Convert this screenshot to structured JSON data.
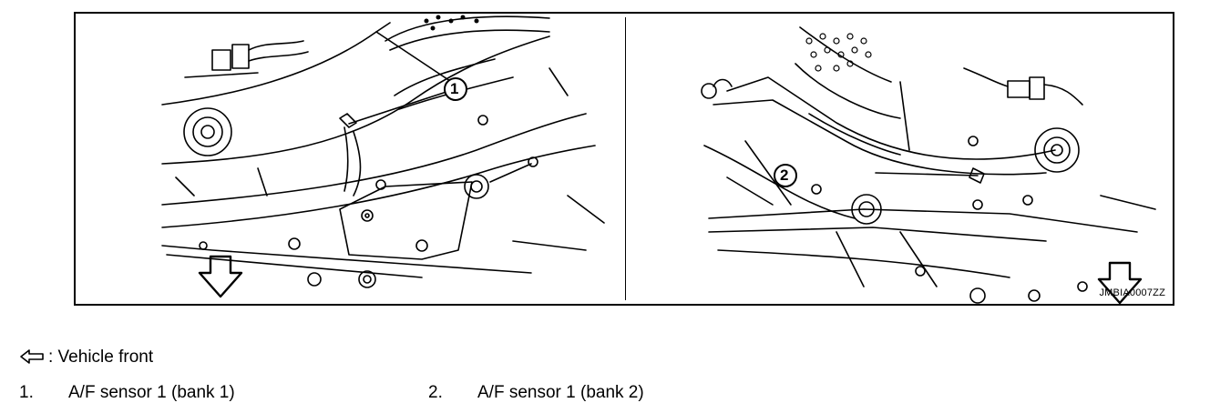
{
  "figure": {
    "code": "JMBIA0007ZZ",
    "callouts": [
      "1",
      "2"
    ]
  },
  "legend": {
    "front_icon": "hollow-left-arrow-icon",
    "front_text": ": Vehicle front"
  },
  "items": [
    {
      "number": "1.",
      "label": "A/F sensor 1 (bank 1)"
    },
    {
      "number": "2.",
      "label": "A/F sensor 1 (bank 2)"
    }
  ]
}
